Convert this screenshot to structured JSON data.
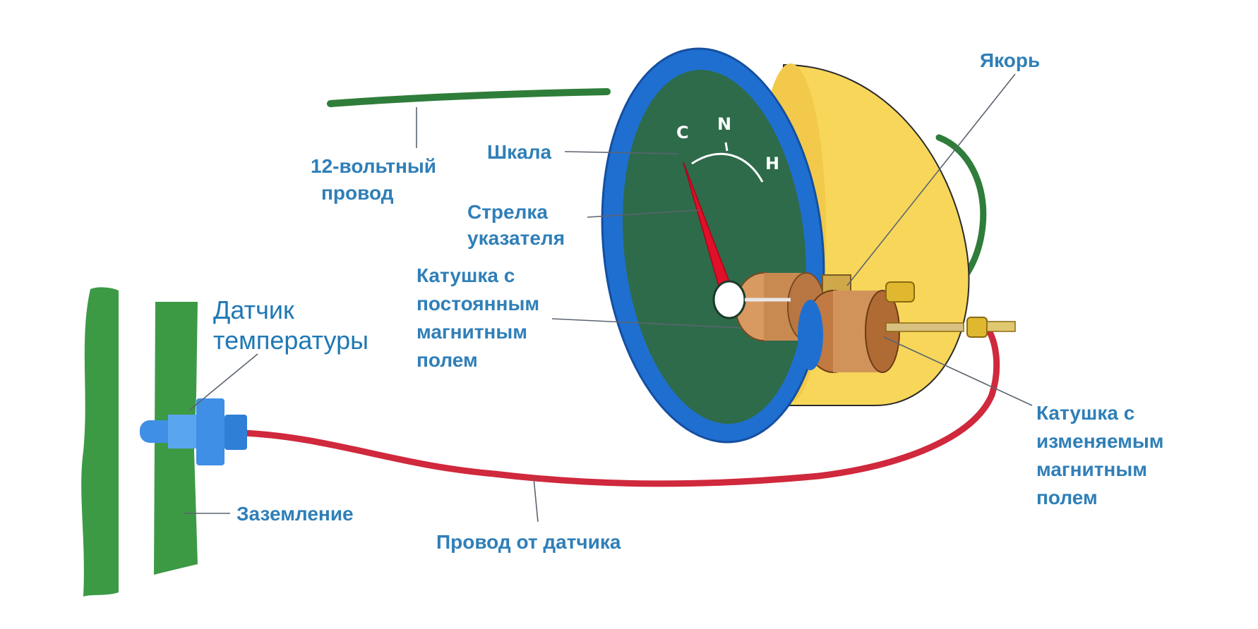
{
  "labels": {
    "wire12v_line1": "12-вольтный",
    "wire12v_line2": "провод",
    "scale": "Шкала",
    "needle_line1": "Стрелка",
    "needle_line2": "указателя",
    "fixed_coil_line1": "Катушка с",
    "fixed_coil_line2": "постоянным",
    "fixed_coil_line3": "магнитным",
    "fixed_coil_line4": "полем",
    "armature": "Якорь",
    "sensor_line1": "Датчик",
    "sensor_line2": "температуры",
    "ground": "Заземление",
    "sensor_wire": "Провод от датчика",
    "var_coil_line1": "Катушка с",
    "var_coil_line2": "изменяемым",
    "var_coil_line3": "магнитным",
    "var_coil_line4": "полем"
  },
  "dial_marks": {
    "cold": "C",
    "normal": "N",
    "hot": "H"
  },
  "colors": {
    "label_blue": "#2f7fb8",
    "bezel_blue": "#1f6fd1",
    "dial_green": "#2e6b4a",
    "housing_yellow": "#f7d65a",
    "wire_green": "#2f7d3a",
    "wire_red": "#d0283c",
    "needle_red": "#e0102a",
    "ground_green": "#3c9a45",
    "sensor_blue": "#3f8fe6"
  }
}
